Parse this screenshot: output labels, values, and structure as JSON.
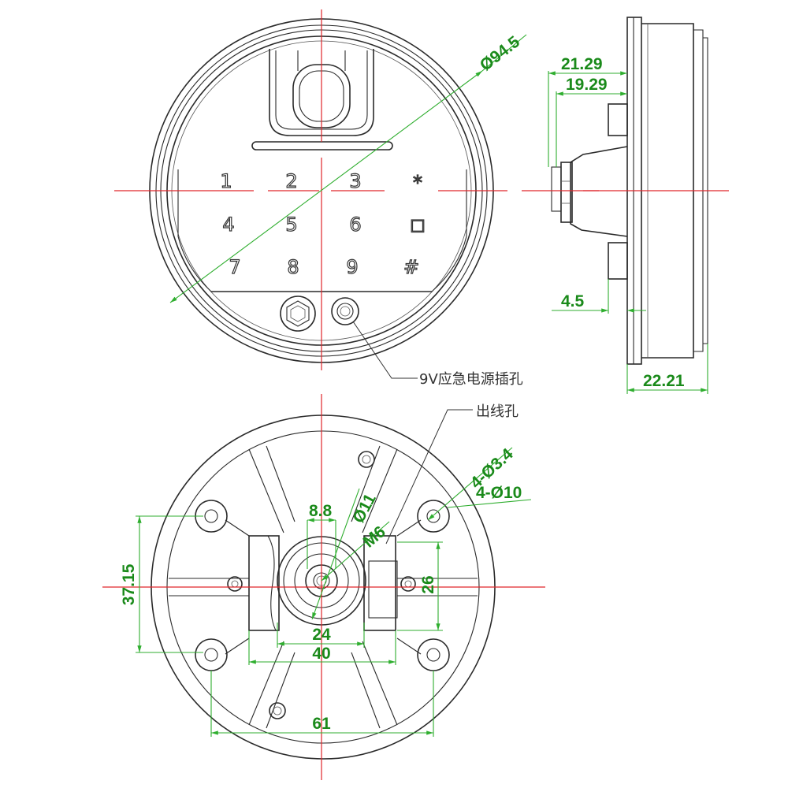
{
  "keypad": {
    "keys": [
      "1",
      "2",
      "3",
      "*",
      "4",
      "5",
      "6",
      "◻",
      "7",
      "8",
      "9",
      "#"
    ]
  },
  "front_view": {
    "diameter": "Ø94.5",
    "emergency_port_label": "9V应急电源插孔"
  },
  "side_view": {
    "dim_depth_1": "21.29",
    "dim_depth_2": "19.29",
    "dim_recess": "4.5",
    "dim_total": "22.21"
  },
  "back_view": {
    "cable_hole_label": "出线孔",
    "dim_8_8": "8.8",
    "dim_d11": "Ø11",
    "dim_m6": "M6",
    "dim_holes_small": "4-Ø3.4",
    "dim_holes_large": "4-Ø10",
    "dim_37_15": "37.15",
    "dim_26": "26",
    "dim_24": "24",
    "dim_40": "40",
    "dim_61": "61"
  }
}
